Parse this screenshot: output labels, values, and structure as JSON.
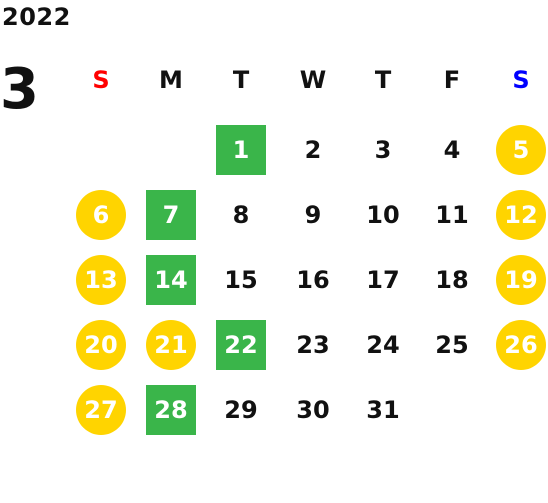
{
  "calendar": {
    "year": "2022",
    "month": "3",
    "colors": {
      "weekend_circle": "#FFD400",
      "highlight_square": "#3AB54A",
      "sunday_header": "#FF0000",
      "saturday_header": "#0000FF",
      "text": "#111111"
    },
    "weekdays": [
      "S",
      "M",
      "T",
      "W",
      "T",
      "F",
      "S"
    ],
    "weeks": [
      [
        null,
        null,
        {
          "label": "1",
          "mark": "square"
        },
        {
          "label": "2"
        },
        {
          "label": "3"
        },
        {
          "label": "4"
        },
        {
          "label": "5",
          "mark": "circle"
        }
      ],
      [
        {
          "label": "6",
          "mark": "circle"
        },
        {
          "label": "7",
          "mark": "square"
        },
        {
          "label": "8"
        },
        {
          "label": "9"
        },
        {
          "label": "10"
        },
        {
          "label": "11"
        },
        {
          "label": "12",
          "mark": "circle"
        }
      ],
      [
        {
          "label": "13",
          "mark": "circle"
        },
        {
          "label": "14",
          "mark": "square"
        },
        {
          "label": "15"
        },
        {
          "label": "16"
        },
        {
          "label": "17"
        },
        {
          "label": "18"
        },
        {
          "label": "19",
          "mark": "circle"
        }
      ],
      [
        {
          "label": "20",
          "mark": "circle"
        },
        {
          "label": "21",
          "mark": "circle"
        },
        {
          "label": "22",
          "mark": "square"
        },
        {
          "label": "23"
        },
        {
          "label": "24"
        },
        {
          "label": "25"
        },
        {
          "label": "26",
          "mark": "circle"
        }
      ],
      [
        {
          "label": "27",
          "mark": "circle"
        },
        {
          "label": "28",
          "mark": "square"
        },
        {
          "label": "29"
        },
        {
          "label": "30"
        },
        {
          "label": "31"
        },
        null,
        null
      ]
    ]
  }
}
